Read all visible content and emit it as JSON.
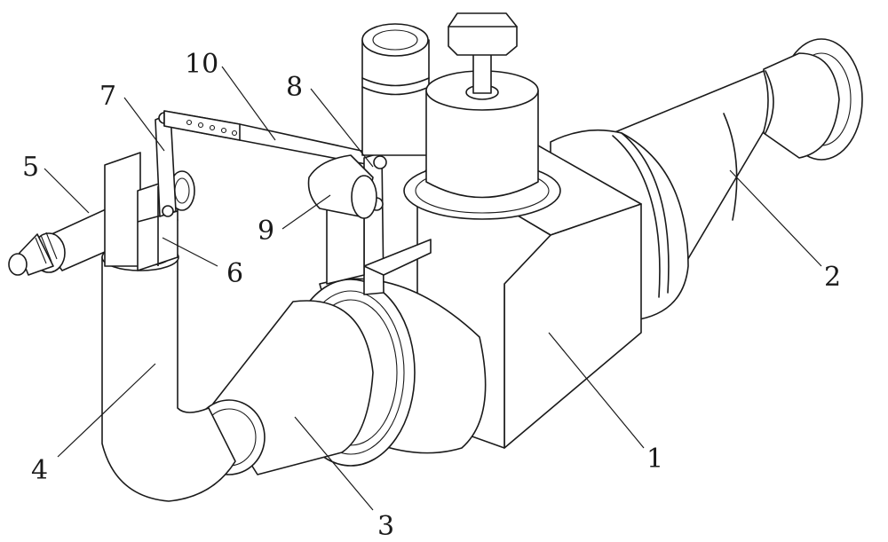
{
  "diagram": {
    "labels": [
      {
        "id": "1",
        "text": "1"
      },
      {
        "id": "2",
        "text": "2"
      },
      {
        "id": "3",
        "text": "3"
      },
      {
        "id": "4",
        "text": "4"
      },
      {
        "id": "5",
        "text": "5"
      },
      {
        "id": "6",
        "text": "6"
      },
      {
        "id": "7",
        "text": "7"
      },
      {
        "id": "8",
        "text": "8"
      },
      {
        "id": "9",
        "text": "9"
      },
      {
        "id": "10",
        "text": "10"
      }
    ]
  }
}
